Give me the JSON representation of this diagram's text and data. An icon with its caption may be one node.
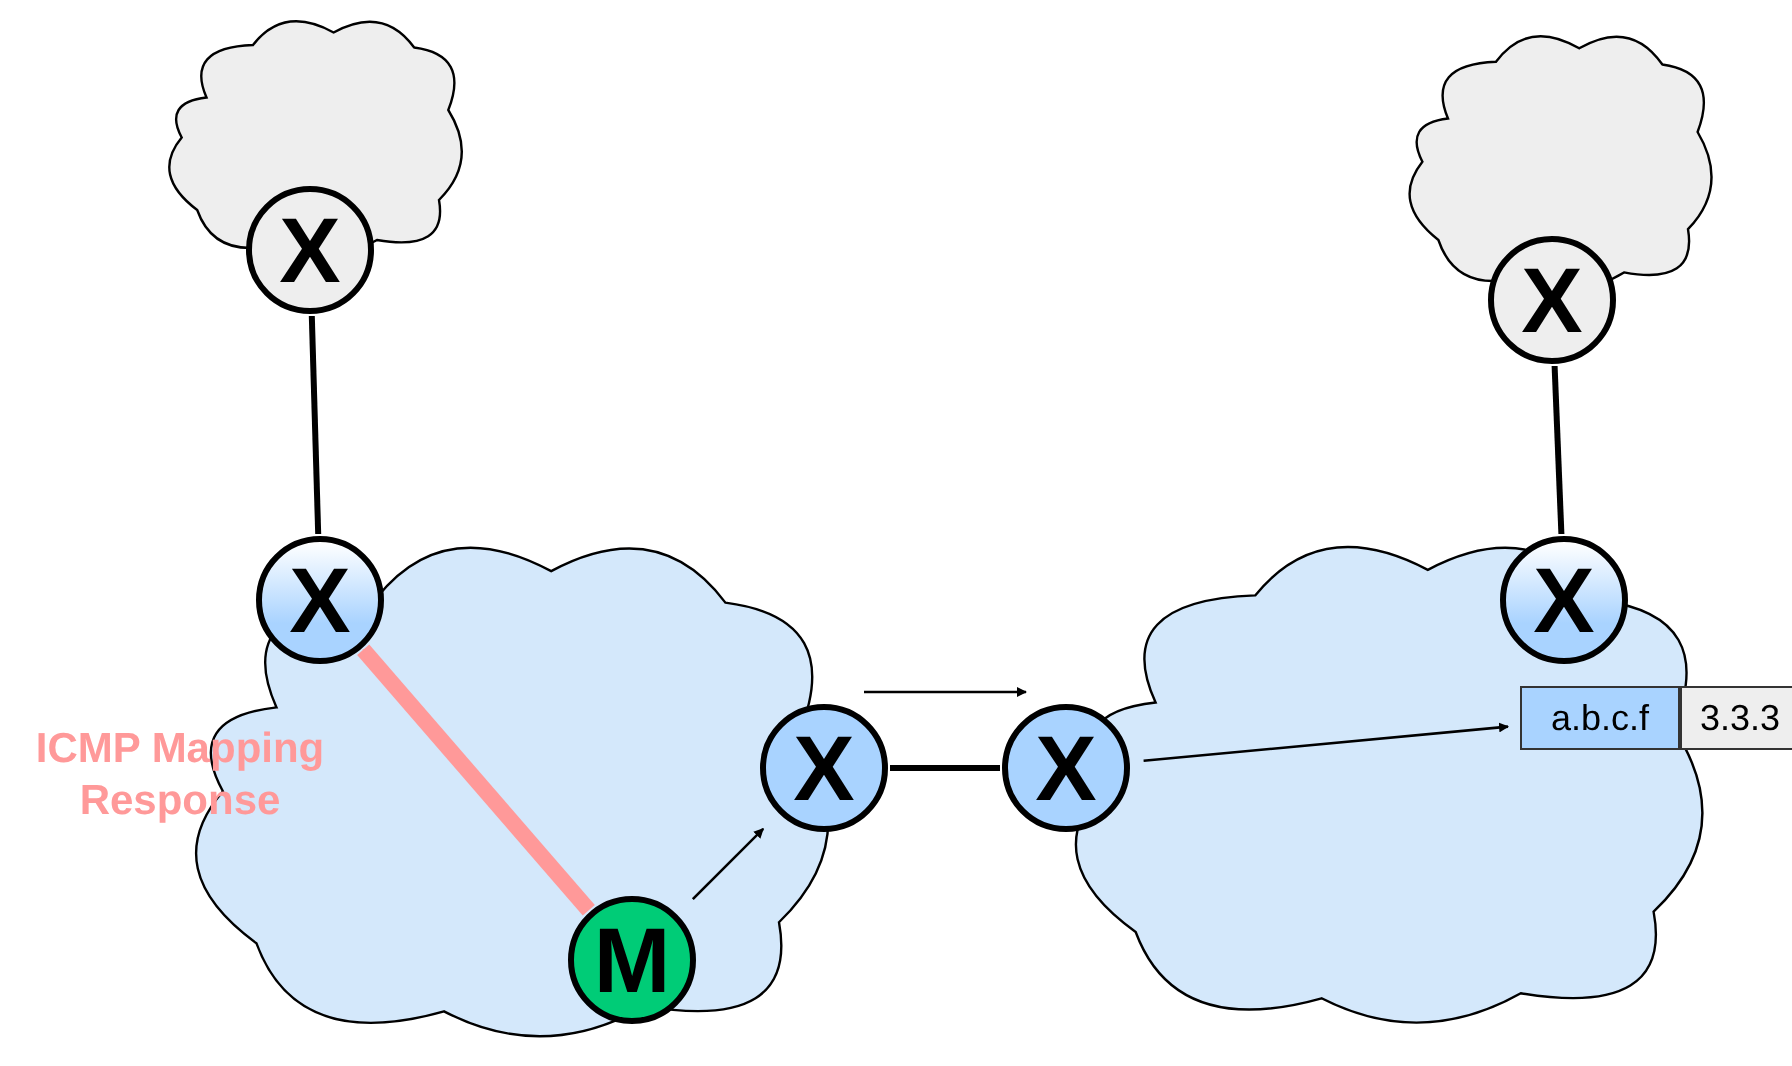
{
  "diagram": {
    "nodes": [
      {
        "text": [],
        "shape": "cloud"
      },
      {
        "text": [
          "X"
        ]
      },
      {
        "text": [],
        "shape": "cloud"
      },
      {
        "text": [
          "X"
        ]
      },
      {
        "text": [],
        "shape": "cloud"
      },
      {
        "text": [
          "X"
        ]
      },
      {
        "text": [
          "X"
        ]
      },
      {
        "text": [
          "M"
        ],
        "in": 4
      },
      {
        "text": [],
        "shape": "cloud"
      },
      {
        "text": [
          "X"
        ]
      },
      {
        "text": [
          "X"
        ]
      },
      {
        "text": [
          "a.b.c.f"
        ],
        "in": 8
      },
      {
        "text": [
          "3.3.3"
        ]
      }
    ],
    "edges": [
      {
        "from": 1,
        "to": 5,
        "arrow": "none"
      },
      {
        "from": 3,
        "to": 10,
        "arrow": "none"
      },
      {
        "from": 6,
        "to": 9,
        "arrow": "none"
      },
      {
        "from": 7,
        "to": 5,
        "arrow": "to",
        "label": "ICMP Mapping Response",
        "style": "thick",
        "color": "#ff9999"
      },
      {
        "from": 7,
        "to": 6,
        "arrow": "to"
      },
      {
        "from": 6,
        "to": 9,
        "arrow": "to"
      },
      {
        "from": 9,
        "to": 11,
        "arrow": "to"
      }
    ]
  }
}
